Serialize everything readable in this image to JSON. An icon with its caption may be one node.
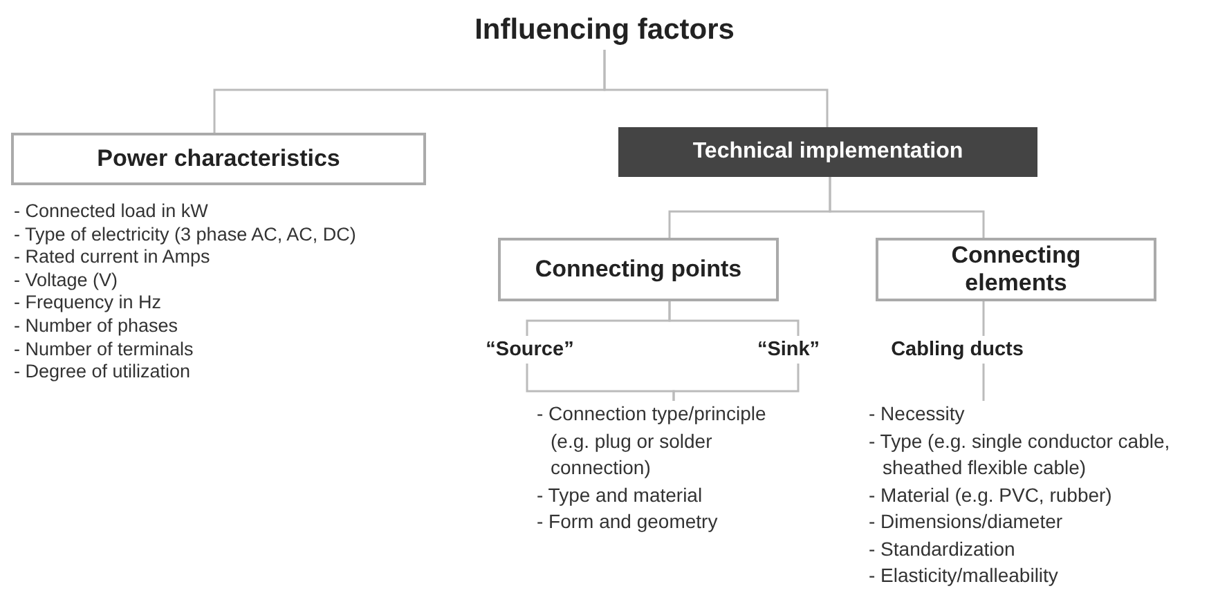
{
  "diagram": {
    "nodes": [
      {
        "text": [
          "Influencing factors"
        ]
      },
      {
        "text": [
          "Power characteristics"
        ],
        "beside": [
          "- Connected load in kW",
          "- Type of electricity (3 phase AC, AC, DC)",
          "- Rated current in Amps",
          "- Voltage (V)",
          "- Frequency in Hz",
          "- Number of phases",
          "- Number of terminals",
          "- Degree of utilization"
        ]
      },
      {
        "text": [
          "Technical implementation"
        ]
      },
      {
        "text": [
          "Connecting points"
        ]
      },
      {
        "text": [
          "Connecting elements"
        ]
      },
      {
        "text": [
          "“Source”"
        ]
      },
      {
        "text": [
          "“Sink”"
        ]
      },
      {
        "text": [
          "- Connection type/principle (e.g. plug or solder connection)",
          "- Type and material",
          "- Form and geometry"
        ]
      },
      {
        "text": [
          "Cabling ducts"
        ]
      },
      {
        "text": [
          "- Necessity",
          "- Type (e.g. single conductor cable, sheathed flexible cable)",
          "- Material (e.g. PVC, rubber)",
          "- Dimensions/diameter",
          "- Standardization",
          "- Elasticity/malleability"
        ]
      }
    ],
    "edges": [
      {
        "from": 0,
        "to": 1,
        "arrow": "none"
      },
      {
        "from": 0,
        "to": 2,
        "arrow": "none"
      },
      {
        "from": 2,
        "to": 3,
        "arrow": "none"
      },
      {
        "from": 2,
        "to": 4,
        "arrow": "none"
      },
      {
        "from": 3,
        "to": 5,
        "arrow": "none"
      },
      {
        "from": 3,
        "to": 6,
        "arrow": "none"
      },
      {
        "from": 5,
        "to": 7,
        "arrow": "none"
      },
      {
        "from": 6,
        "to": 7,
        "arrow": "none"
      },
      {
        "from": 4,
        "to": 8,
        "arrow": "none"
      },
      {
        "from": 8,
        "to": 9,
        "arrow": "none"
      }
    ]
  }
}
